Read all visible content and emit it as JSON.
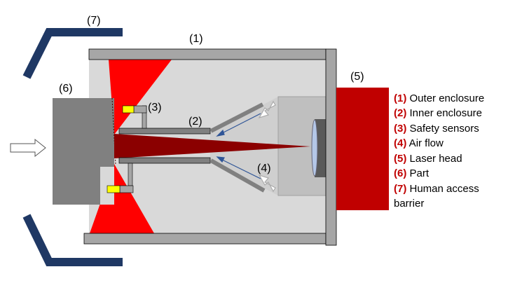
{
  "labels": {
    "outer": "(1)",
    "inner": "(2)",
    "sensors": "(3)",
    "air": "(4)",
    "laser": "(5)",
    "part": "(6)",
    "barrier": "(7)"
  },
  "legend": [
    {
      "num": "(1)",
      "text": " Outer enclosure"
    },
    {
      "num": "(2)",
      "text": " Inner enclosure"
    },
    {
      "num": "(3)",
      "text": " Safety sensors"
    },
    {
      "num": "(4)",
      "text": " Air flow"
    },
    {
      "num": "(5)",
      "text": " Laser head"
    },
    {
      "num": "(6)",
      "text": " Part"
    },
    {
      "num": "(7)",
      "text": " Human access"
    }
  ],
  "legend_tail": "barrier",
  "colors": {
    "navy": "#1f3864",
    "red": "#ff0000",
    "beam": "#8b0000",
    "laser_head": "#c00000",
    "frame": "#a6a6a6"
  }
}
